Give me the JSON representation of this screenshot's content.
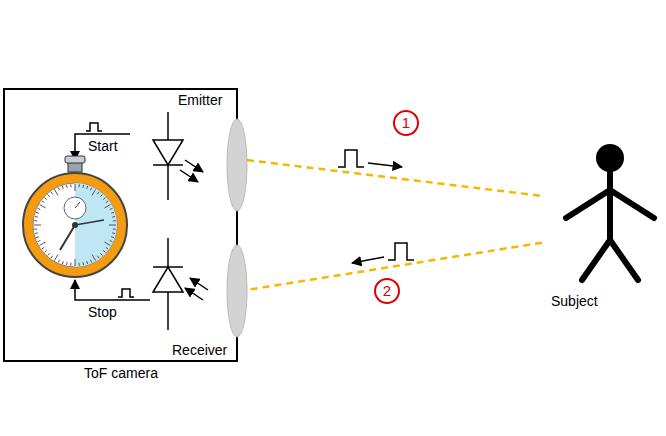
{
  "diagram": {
    "nodes": [
      {
        "text": [
          "ToF camera"
        ]
      },
      {
        "text": [
          "Subject"
        ]
      }
    ],
    "edges": [
      {
        "from": 0,
        "to": 1,
        "arrow": "none"
      },
      {
        "from": 1,
        "to": 0,
        "arrow": "none"
      }
    ],
    "labels": [
      "Emitter",
      "1",
      "Start",
      "2",
      "Stop",
      "Receiver"
    ]
  }
}
